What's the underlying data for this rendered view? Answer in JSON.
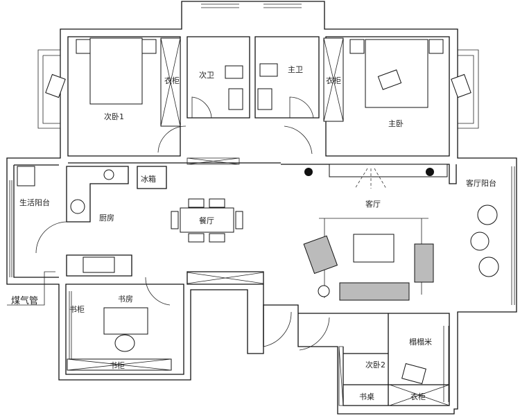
{
  "title": "户型平面布置图",
  "rooms": {
    "bedroom2_north": "次卧1",
    "wardrobe_left": "衣柜",
    "second_bathroom": "次卫",
    "master_bathroom": "主卫",
    "wardrobe_master": "衣柜",
    "master_bedroom": "主卧",
    "fridge": "冰箱",
    "utility_balcony": "生活阳台",
    "kitchen": "厨房",
    "dining": "餐厅",
    "living": "客厅",
    "living_balcony": "客厅阳台",
    "study": "书房",
    "bookcase_side": "书柜",
    "bookcase_bottom": "书柜",
    "bedroom2_south": "次卧2",
    "tatami": "榻榻米",
    "desk": "书桌",
    "wardrobe_south": "衣柜"
  },
  "annotations": {
    "gas_pipe": "煤气管"
  },
  "colors": {
    "line": "#111111",
    "background": "#ffffff"
  }
}
